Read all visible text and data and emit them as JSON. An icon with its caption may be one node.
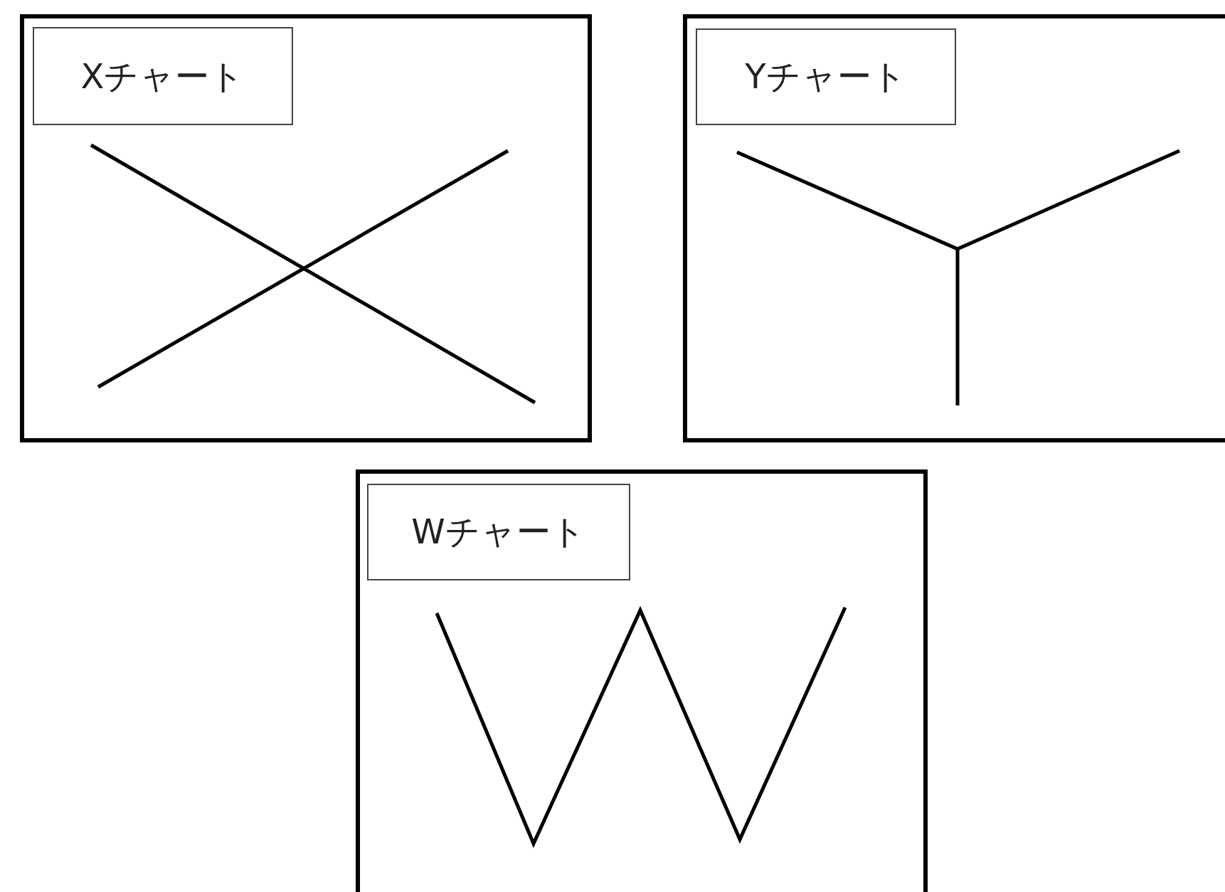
{
  "diagram": {
    "nodes": [
      {
        "text": [],
        "shape": "box"
      },
      {
        "text": [
          "Xチャート"
        ],
        "in": 0
      },
      {
        "text": [],
        "shape": "box"
      },
      {
        "text": [
          "Yチャート"
        ],
        "in": 2
      },
      {
        "text": [],
        "shape": "box"
      },
      {
        "text": [
          "Wチャート"
        ],
        "in": 4
      }
    ]
  }
}
